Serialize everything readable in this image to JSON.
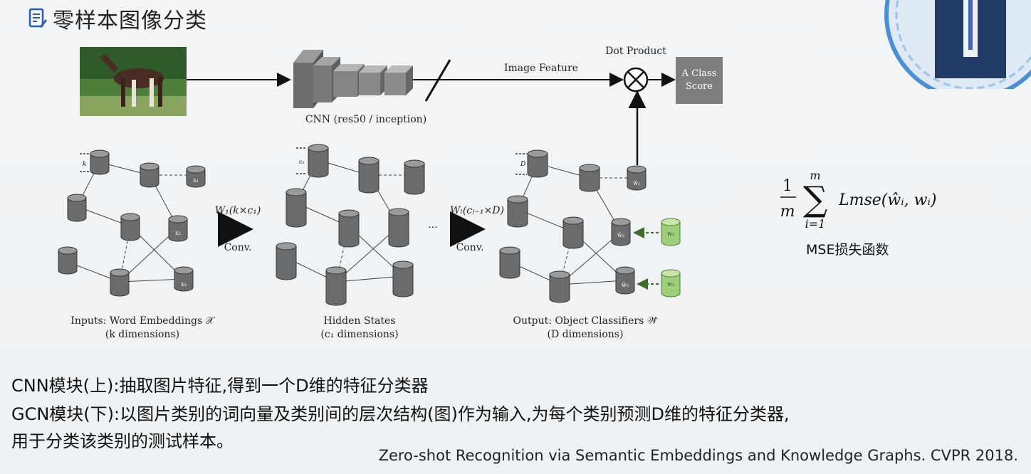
{
  "title": "零样本图像分类",
  "top": {
    "image_feature": "Image Feature",
    "dot_product": "Dot Product",
    "score_line1": "A Class",
    "score_line2": "Score",
    "cnn_caption": "CNN (res50 / inception)"
  },
  "graph": {
    "inputs_line1": "Inputs: Word Embeddings 𝒳",
    "inputs_line2": "(k dimensions)",
    "hidden_line1": "Hidden States",
    "hidden_line2": "(c₁ dimensions)",
    "output_line1": "Output: Object Classifiers 𝒲̂",
    "output_line2": "(D dimensions)",
    "w1_label": "W₁(k×c₁)",
    "wl_label": "Wₗ(cₗ₋₁×D)",
    "conv1": "Conv.",
    "conv2": "Conv.",
    "ellipsis": "···",
    "k_label": "k",
    "c1_label": "c₁",
    "d_label": "D",
    "x1": "x₁",
    "x2": "x₂",
    "x3": "x₃",
    "w1hat": "ŵ₁",
    "w2hat": "ŵ₂",
    "w3hat": "ŵ₃",
    "w2": "w₂",
    "w3": "w₃"
  },
  "formula": {
    "num": "1",
    "den": "m",
    "sum_top": "m",
    "sum_bottom": "i=1",
    "term": "Lmse(ŵᵢ, wᵢ)",
    "label": "MSE损失函数"
  },
  "bottom": {
    "line1": "CNN模块(上):抽取图片特征,得到一个D维的特征分类器",
    "line2": "GCN模块(下):以图片类别的词向量及类别间的层次结构(图)作为输入,为每个类别预测D维的特征分类器,",
    "line3": "用于分类该类别的测试样本。",
    "reference": "Zero-shot Recognition via Semantic Embeddings and Knowledge Graphs. CVPR 2018."
  }
}
